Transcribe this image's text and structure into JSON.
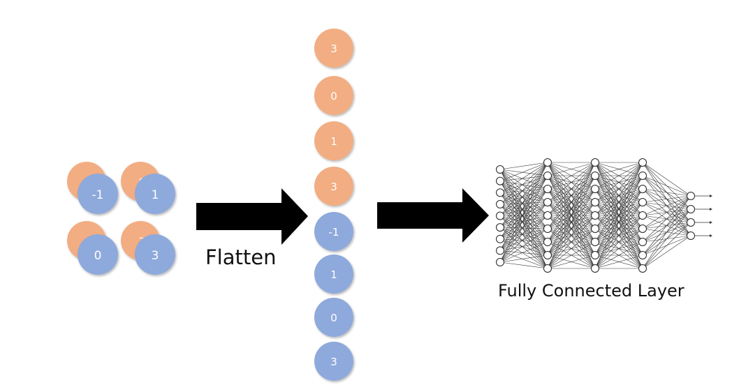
{
  "colors": {
    "orange": "#f2ad82",
    "blue": "#8ea9db",
    "arrow": "#000000",
    "net_stroke": "#333333"
  },
  "input_grid": {
    "back_orange": [
      "3",
      "0",
      "1",
      "3"
    ],
    "front_blue": [
      "-1",
      "1",
      "0",
      "3"
    ]
  },
  "flattened": [
    "3",
    "0",
    "1",
    "3",
    "-1",
    "1",
    "0",
    "3"
  ],
  "flattened_colors": [
    "orange",
    "orange",
    "orange",
    "orange",
    "blue",
    "blue",
    "blue",
    "blue"
  ],
  "labels": {
    "flatten": "Flatten",
    "fully_connected": "Fully Connected Layer"
  },
  "network": {
    "layer_sizes": [
      9,
      9,
      9,
      9,
      4
    ]
  }
}
